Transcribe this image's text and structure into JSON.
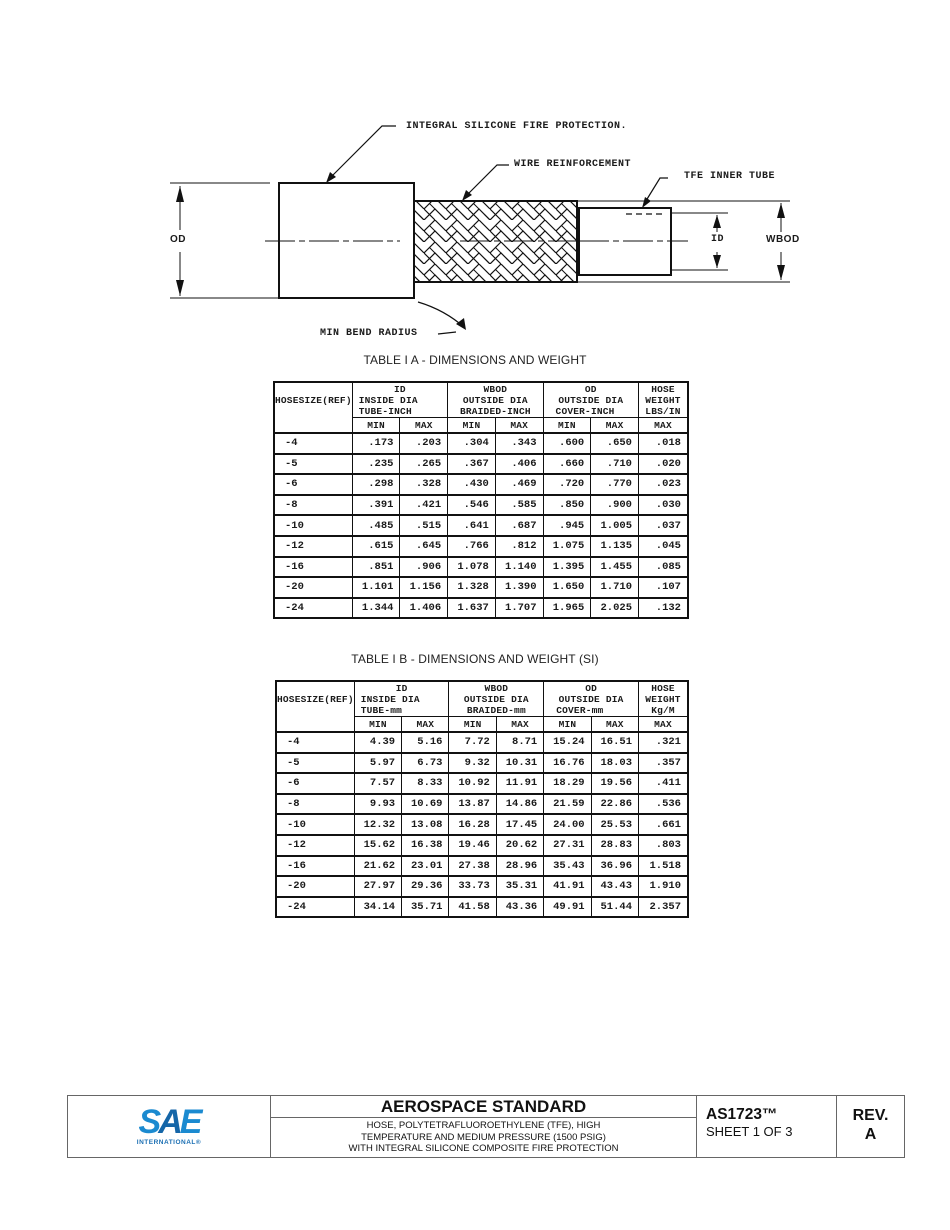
{
  "diagram": {
    "labels": {
      "fire_protection": "INTEGRAL SILICONE FIRE PROTECTION.",
      "wire_reinforcement": "WIRE REINFORCEMENT",
      "tfe_inner_tube": "TFE INNER TUBE",
      "od": "OD",
      "id": "ID",
      "wbod": "WBOD",
      "min_bend_radius": "MIN BEND RADIUS"
    }
  },
  "table_a": {
    "title": "TABLE I A - DIMENSIONS AND WEIGHT",
    "headers": {
      "hose_size": [
        "HOSE",
        "SIZE",
        "(REF)"
      ],
      "id": [
        "ID",
        "INSIDE DIA",
        "TUBE-INCH"
      ],
      "wbod": [
        "WBOD",
        "OUTSIDE DIA",
        "BRAIDED-INCH"
      ],
      "od": [
        "OD",
        "OUTSIDE DIA",
        "COVER-INCH"
      ],
      "weight": [
        "HOSE",
        "WEIGHT",
        "LBS/IN"
      ],
      "min": "MIN",
      "max": "MAX"
    },
    "rows": [
      [
        "-4",
        ".173",
        ".203",
        ".304",
        ".343",
        ".600",
        ".650",
        ".018"
      ],
      [
        "-5",
        ".235",
        ".265",
        ".367",
        ".406",
        ".660",
        ".710",
        ".020"
      ],
      [
        "-6",
        ".298",
        ".328",
        ".430",
        ".469",
        ".720",
        ".770",
        ".023"
      ],
      [
        "-8",
        ".391",
        ".421",
        ".546",
        ".585",
        ".850",
        ".900",
        ".030"
      ],
      [
        "-10",
        ".485",
        ".515",
        ".641",
        ".687",
        ".945",
        "1.005",
        ".037"
      ],
      [
        "-12",
        ".615",
        ".645",
        ".766",
        ".812",
        "1.075",
        "1.135",
        ".045"
      ],
      [
        "-16",
        ".851",
        ".906",
        "1.078",
        "1.140",
        "1.395",
        "1.455",
        ".085"
      ],
      [
        "-20",
        "1.101",
        "1.156",
        "1.328",
        "1.390",
        "1.650",
        "1.710",
        ".107"
      ],
      [
        "-24",
        "1.344",
        "1.406",
        "1.637",
        "1.707",
        "1.965",
        "2.025",
        ".132"
      ]
    ]
  },
  "table_b": {
    "title": "TABLE I B - DIMENSIONS AND WEIGHT (SI)",
    "headers": {
      "hose_size": [
        "HOSE",
        "SIZE",
        "(REF)"
      ],
      "id": [
        "ID",
        "INSIDE DIA",
        "TUBE-mm"
      ],
      "wbod": [
        "WBOD",
        "OUTSIDE DIA",
        "BRAIDED-mm"
      ],
      "od": [
        "OD",
        "OUTSIDE DIA",
        "COVER-mm"
      ],
      "weight": [
        "HOSE",
        "WEIGHT",
        "Kg/M"
      ],
      "min": "MIN",
      "max": "MAX"
    },
    "rows": [
      [
        "-4",
        "4.39",
        "5.16",
        "7.72",
        "8.71",
        "15.24",
        "16.51",
        ".321"
      ],
      [
        "-5",
        "5.97",
        "6.73",
        "9.32",
        "10.31",
        "16.76",
        "18.03",
        ".357"
      ],
      [
        "-6",
        "7.57",
        "8.33",
        "10.92",
        "11.91",
        "18.29",
        "19.56",
        ".411"
      ],
      [
        "-8",
        "9.93",
        "10.69",
        "13.87",
        "14.86",
        "21.59",
        "22.86",
        ".536"
      ],
      [
        "-10",
        "12.32",
        "13.08",
        "16.28",
        "17.45",
        "24.00",
        "25.53",
        ".661"
      ],
      [
        "-12",
        "15.62",
        "16.38",
        "19.46",
        "20.62",
        "27.31",
        "28.83",
        ".803"
      ],
      [
        "-16",
        "21.62",
        "23.01",
        "27.38",
        "28.96",
        "35.43",
        "36.96",
        "1.518"
      ],
      [
        "-20",
        "27.97",
        "29.36",
        "33.73",
        "35.31",
        "41.91",
        "43.43",
        "1.910"
      ],
      [
        "-24",
        "34.14",
        "35.71",
        "41.58",
        "43.36",
        "49.91",
        "51.44",
        "2.357"
      ]
    ]
  },
  "footer": {
    "logo": {
      "mark_s": "S",
      "mark_a": "A",
      "mark_e": "E",
      "sub": "INTERNATIONAL®",
      "color": "#1b8ad0"
    },
    "title": "AEROSPACE STANDARD",
    "description": [
      "HOSE, POLYTETRAFLUOROETHYLENE (TFE), HIGH",
      "TEMPERATURE AND MEDIUM PRESSURE (1500 PSIG)",
      "WITH INTEGRAL SILICONE COMPOSITE FIRE PROTECTION"
    ],
    "doc_number": "AS1723™",
    "sheet": "SHEET 1 OF 3",
    "rev_label": "REV.",
    "rev_value": "A"
  }
}
